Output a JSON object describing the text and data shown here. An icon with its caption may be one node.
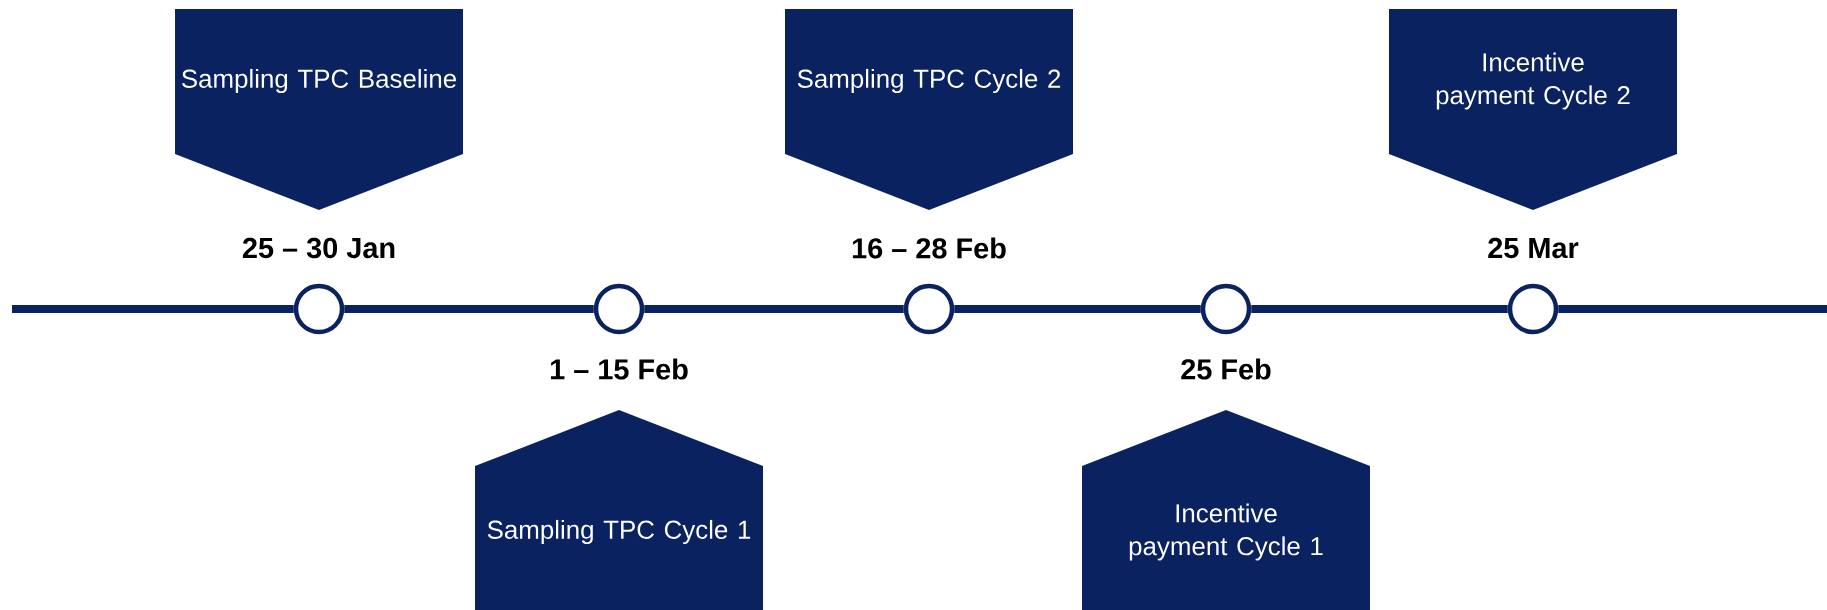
{
  "diagram": {
    "nodes": [
      {
        "text": [
          "Sampling TPC Baseline"
        ],
        "beside": [
          "25 – 30 Jan"
        ]
      },
      {
        "text": [
          "Sampling TPC Cycle 1"
        ],
        "beside": [
          "1 – 15 Feb"
        ]
      },
      {
        "text": [
          "Sampling TPC Cycle 2"
        ],
        "beside": [
          "16 – 28 Feb"
        ]
      },
      {
        "text": [
          "Incentive payment Cycle 1"
        ],
        "beside": [
          "25 Feb"
        ]
      },
      {
        "text": [
          "Incentive payment Cycle 2"
        ],
        "beside": [
          "25 Mar"
        ]
      },
      {
        "text": [],
        "shape": "circle"
      },
      {
        "text": [],
        "shape": "circle"
      },
      {
        "text": [],
        "shape": "circle"
      },
      {
        "text": [],
        "shape": "circle"
      },
      {
        "text": [],
        "shape": "circle"
      }
    ],
    "edges": [
      {
        "from": null,
        "to": 5,
        "arrow": "none"
      },
      {
        "from": 5,
        "to": 6,
        "arrow": "none"
      },
      {
        "from": 6,
        "to": 7,
        "arrow": "none"
      },
      {
        "from": 7,
        "to": 8,
        "arrow": "none"
      },
      {
        "from": 8,
        "to": 9,
        "arrow": "none"
      },
      {
        "from": 9,
        "to": null,
        "arrow": "none"
      }
    ]
  }
}
